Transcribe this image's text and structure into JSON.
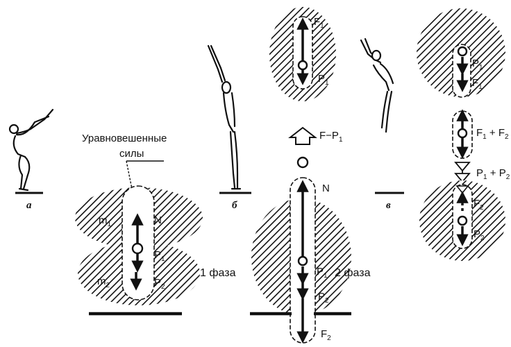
{
  "labels": {
    "balanced_line1": "Уравновешенные",
    "balanced_line2": "силы",
    "phase1": "1 фаза",
    "phase2": "2 фаза"
  },
  "panel_letters": {
    "a": "а",
    "b": "б",
    "v": "в"
  },
  "forces": {
    "m1": "m",
    "m1_sub": "1",
    "m2": "m",
    "m2_sub": "2",
    "N": "N",
    "P1": "P",
    "P1_sub": "1",
    "P2": "P",
    "P2_sub": "2",
    "F1": "F",
    "F1_sub": "1",
    "F2": "F",
    "F2_sub": "2",
    "F_minus_P1": "F−P",
    "F_minus_P1_sub": "1",
    "F1_plus_F2_a": "F",
    "F1_plus_F2_a_sub": "1",
    "F1_plus_F2_plus": " + ",
    "F1_plus_F2_b": "F",
    "F1_plus_F2_b_sub": "2",
    "P1_plus_P2_a": "P",
    "P1_plus_P2_a_sub": "1",
    "P1_plus_P2_plus": " + ",
    "P1_plus_P2_b": "P",
    "P1_plus_P2_b_sub": "2"
  },
  "colors": {
    "ink": "#111111",
    "background": "#ffffff"
  }
}
